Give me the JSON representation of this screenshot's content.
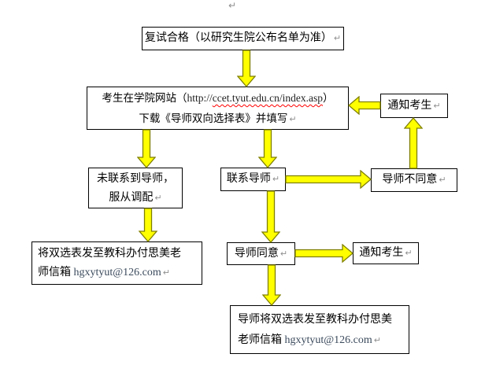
{
  "document": {
    "background": "#ffffff",
    "return_mark": "↵"
  },
  "colors": {
    "arrow_fill": "#ffff00",
    "arrow_outline": "#808000",
    "box_border": "#000000",
    "text": "#000000",
    "spellcheck_underline": "#ff0000",
    "url_text": "#1f1f1f",
    "email_text": "#3b4a5c",
    "mark_color": "#909090"
  },
  "flowchart": {
    "start": {
      "text": "复试合格（以研究生院公布名单为准）"
    },
    "download": {
      "line1_prefix": "考生在学院网站（",
      "url_scheme": "http://",
      "url_host": "ccet.tyut.edu.cn/index.asp",
      "line1_suffix": "）",
      "line2": "下载《导师双向选择表》并填写"
    },
    "notify_top": {
      "text": "通知考生"
    },
    "no_supervisor": {
      "line1": "未联系到导师，",
      "line2": "服从调配"
    },
    "contact_supervisor": {
      "text": "联系导师"
    },
    "supervisor_disagree": {
      "text": "导师不同意"
    },
    "supervisor_agree": {
      "text": "导师同意"
    },
    "notify_bottom": {
      "text": "通知考生"
    },
    "student_send": {
      "line1": "将双选表发至教科办付思美老",
      "line2_label": "师信箱 ",
      "email": "hgxytyut@126.com"
    },
    "supervisor_send": {
      "line1": "导师将双选表发至教科办付思美",
      "line2_label": "老师信箱 ",
      "email": "hgxytyut@126.com"
    }
  }
}
